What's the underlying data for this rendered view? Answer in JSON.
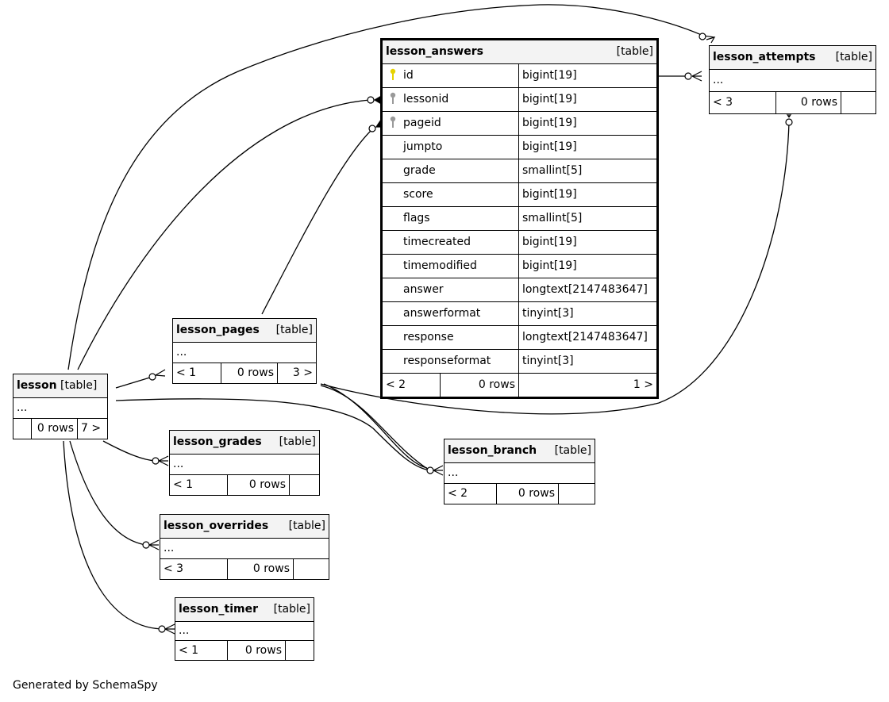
{
  "colors": {
    "primary_key": "#e6d200",
    "foreign_key": "#9a9a9a",
    "header_bg": "#f3f3f3",
    "line": "#000000"
  },
  "footer": "Generated by SchemaSpy",
  "tables": {
    "lesson_answers": {
      "name": "lesson_answers",
      "type": "[table]",
      "columns": [
        {
          "name": "id",
          "type": "bigint[19]",
          "key": "primary-key-icon"
        },
        {
          "name": "lessonid",
          "type": "bigint[19]",
          "key": "foreign-key-icon"
        },
        {
          "name": "pageid",
          "type": "bigint[19]",
          "key": "foreign-key-icon"
        },
        {
          "name": "jumpto",
          "type": "bigint[19]",
          "key": ""
        },
        {
          "name": "grade",
          "type": "smallint[5]",
          "key": ""
        },
        {
          "name": "score",
          "type": "bigint[19]",
          "key": ""
        },
        {
          "name": "flags",
          "type": "smallint[5]",
          "key": ""
        },
        {
          "name": "timecreated",
          "type": "bigint[19]",
          "key": ""
        },
        {
          "name": "timemodified",
          "type": "bigint[19]",
          "key": ""
        },
        {
          "name": "answer",
          "type": "longtext[2147483647]",
          "key": ""
        },
        {
          "name": "answerformat",
          "type": "tinyint[3]",
          "key": ""
        },
        {
          "name": "response",
          "type": "longtext[2147483647]",
          "key": ""
        },
        {
          "name": "responseformat",
          "type": "tinyint[3]",
          "key": ""
        }
      ],
      "footer": {
        "parents": "< 2",
        "rows": "0 rows",
        "children": "1 >"
      }
    },
    "lesson_attempts": {
      "name": "lesson_attempts",
      "type": "[table]",
      "ellipsis": "...",
      "footer": {
        "parents": "< 3",
        "rows": "0 rows",
        "children": ""
      }
    },
    "lesson_pages": {
      "name": "lesson_pages",
      "type": "[table]",
      "ellipsis": "...",
      "footer": {
        "parents": "< 1",
        "rows": "0 rows",
        "children": "3 >"
      }
    },
    "lesson": {
      "name": "lesson",
      "type": "[table]",
      "ellipsis": "...",
      "footer": {
        "parents": "",
        "rows": "0 rows",
        "children": "7 >"
      }
    },
    "lesson_grades": {
      "name": "lesson_grades",
      "type": "[table]",
      "ellipsis": "...",
      "footer": {
        "parents": "< 1",
        "rows": "0 rows",
        "children": ""
      }
    },
    "lesson_branch": {
      "name": "lesson_branch",
      "type": "[table]",
      "ellipsis": "...",
      "footer": {
        "parents": "< 2",
        "rows": "0 rows",
        "children": ""
      }
    },
    "lesson_overrides": {
      "name": "lesson_overrides",
      "type": "[table]",
      "ellipsis": "...",
      "footer": {
        "parents": "< 3",
        "rows": "0 rows",
        "children": ""
      }
    },
    "lesson_timer": {
      "name": "lesson_timer",
      "type": "[table]",
      "ellipsis": "...",
      "footer": {
        "parents": "< 1",
        "rows": "0 rows",
        "children": ""
      }
    }
  }
}
